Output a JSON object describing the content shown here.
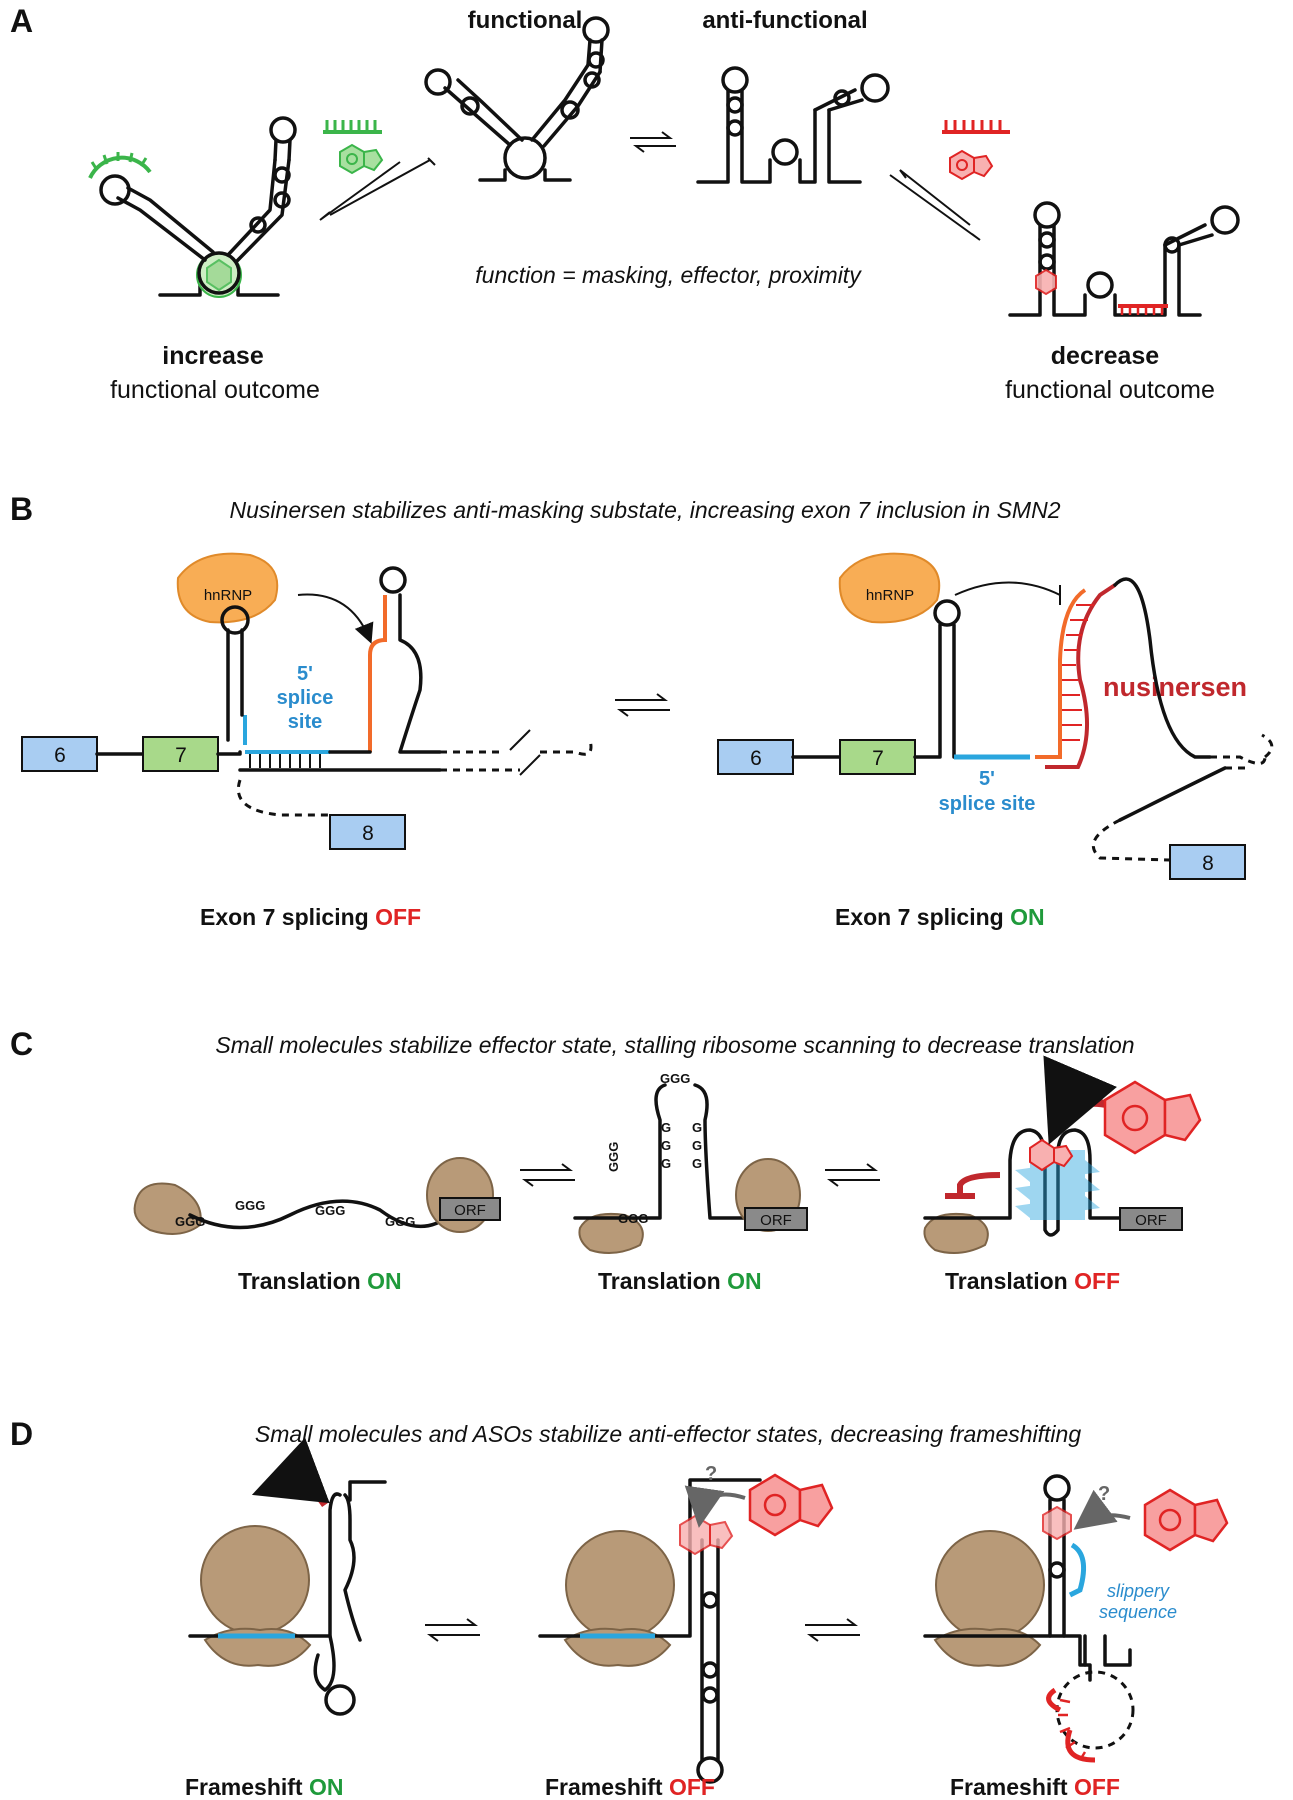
{
  "panels": {
    "A": {
      "letter": "A",
      "functional_label": "functional",
      "antifunctional_label": "anti-functional",
      "function_note": "function = masking, effector, proximity",
      "left_outcome_bold": "increase",
      "left_outcome_text": "functional outcome",
      "right_outcome_bold": "decrease",
      "right_outcome_text": "functional outcome"
    },
    "B": {
      "letter": "B",
      "caption": "Nusinersen stabilizes anti-masking substate, increasing exon 7 inclusion in SMN2",
      "hnrnp_label": "hnRNP",
      "exon6": "6",
      "exon7": "7",
      "exon8": "8",
      "splice_left_1": "5'",
      "splice_left_2": "splice",
      "splice_left_3": "site",
      "splice_right_1": "5'",
      "splice_right_2": "splice site",
      "nusinersen_label": "nusinersen",
      "status_left_prefix": "Exon 7 splicing ",
      "status_left_state": "OFF",
      "status_right_prefix": "Exon 7 splicing ",
      "status_right_state": "ON"
    },
    "C": {
      "letter": "C",
      "caption": "Small molecules stabilize effector state, stalling ribosome scanning to decrease translation",
      "orf_label": "ORF",
      "ggg": "GGG",
      "g": "G",
      "status_1_prefix": "Translation ",
      "status_1_state": "ON",
      "status_2_prefix": "Translation ",
      "status_2_state": "ON",
      "status_3_prefix": "Translation ",
      "status_3_state": "OFF"
    },
    "D": {
      "letter": "D",
      "caption": "Small molecules and ASOs stabilize anti-effector states, decreasing frameshifting",
      "question_mark": "?",
      "slippery_1": "slippery",
      "slippery_2": "sequence",
      "status_1_prefix": "Frameshift ",
      "status_1_state": "ON",
      "status_2_prefix": "Frameshift ",
      "status_2_state": "OFF",
      "status_3_prefix": "Frameshift ",
      "status_3_state": "OFF"
    }
  },
  "colors": {
    "green": "#3bb54a",
    "red": "#e02424",
    "blue": "#2aa6de",
    "orange": "#f26b2a",
    "ribosome": "#b89a78",
    "exon_blue": "#a9cdf2",
    "exon_green": "#a8d98a",
    "hnrnp": "#f8ad55"
  }
}
